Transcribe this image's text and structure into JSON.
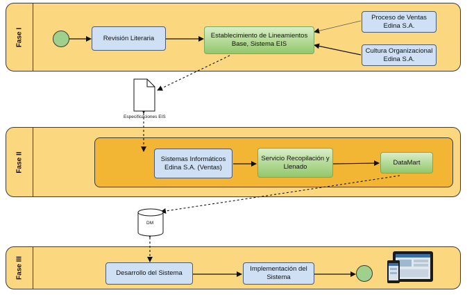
{
  "lanes": [
    {
      "label": "Fase I"
    },
    {
      "label": "Fase II"
    },
    {
      "label": "Fase III"
    }
  ],
  "phase1": {
    "revision": "Revisión Literaria",
    "establecimiento": "Establecimiento de Lineamientos\nBase, Sistema EIS",
    "proceso_ventas": "Proceso de Ventas\nEdina S.A.",
    "cultura": "Cultura Organizacional\nEdina S.A."
  },
  "document": {
    "label": "Especificaciones EIS"
  },
  "phase2": {
    "sistemas": "Sistemas Informáticos\nEdina S.A. (Ventas)",
    "servicio": "Servicio Recopilación y\nLlenado",
    "datamart": "DataMart"
  },
  "database": {
    "label": "DM"
  },
  "phase3": {
    "desarrollo": "Desarrollo del Sistema",
    "implementacion": "Implementación del\nSistema"
  },
  "colors": {
    "lane_fill": "#fbd87f",
    "inner_fill": "#f3b634",
    "blue_box": "#cfe0f4",
    "green_box": "#93c76b",
    "event_circle": "#9fd08c"
  }
}
